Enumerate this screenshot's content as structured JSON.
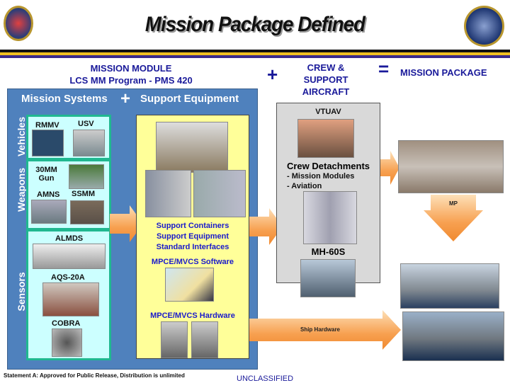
{
  "title": "Mission Package Defined",
  "header": {
    "mission_module": "MISSION MODULE",
    "program": "LCS MM Program - PMS 420",
    "plus": "+",
    "crew": [
      "CREW &",
      "SUPPORT",
      "AIRCRAFT"
    ],
    "equals": "=",
    "mission_package": "MISSION PACKAGE"
  },
  "panel": {
    "mission_systems": "Mission Systems",
    "plus": "+",
    "support_equipment": "Support Equipment",
    "categories": {
      "vehicles": "Vehicles",
      "weapons": "Weapons",
      "sensors": "Sensors"
    },
    "items": {
      "rmmv": "RMMV",
      "usv": "USV",
      "gun": "30MM Gun",
      "amns": "AMNS",
      "ssmm": "SSMM",
      "almds": "ALMDS",
      "aqs": "AQS-20A",
      "cobra": "COBRA"
    },
    "support": [
      "Support Containers",
      "Support Equipment",
      "Standard Interfaces"
    ],
    "software": "MPCE/MVCS Software",
    "hardware": "MPCE/MVCS Hardware"
  },
  "crew_box": {
    "vtuav": "VTUAV",
    "detachments": "Crew Detachments",
    "sub": [
      "- Mission Modules",
      "- Aviation"
    ],
    "mh60s": "MH-60S"
  },
  "arrows": {
    "mp": "MP",
    "ship_hardware": "Ship Hardware"
  },
  "footer": {
    "statement": "Statement A: Approved for Public Release, Distribution is unlimited",
    "classification": "UNCLASSIFIED"
  },
  "colors": {
    "panel_blue": "#4f81bd",
    "header_blue": "#1a1a9a",
    "cyan": "#ccffff",
    "yellow": "#ffff99",
    "arrow_orange": "#f7a050"
  }
}
